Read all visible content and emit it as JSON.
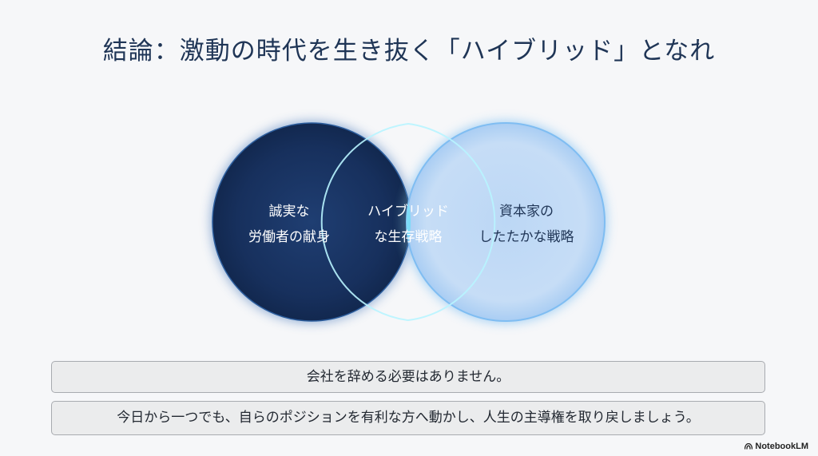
{
  "title": "結論：激動の時代を生き抜く「ハイブリッド」となれ",
  "venn": {
    "left": {
      "line1": "誠実な",
      "line2": "労働者の献身",
      "color": "#142c55"
    },
    "right": {
      "line1": "資本家の",
      "line2": "したたかな戦略",
      "color": "#c4dcf6"
    },
    "center": {
      "line1": "ハイブリッド",
      "line2": "な生存戦略",
      "color": "#52c9f0"
    }
  },
  "boxes": {
    "first": "会社を辞める必要はありません。",
    "second": "今日から一つでも、自らのポジションを有利な方へ動かし、人生の主導権を取り戻しましょう。"
  },
  "brand": "NotebookLM",
  "brand_icon": "notebooklm-logo-icon"
}
